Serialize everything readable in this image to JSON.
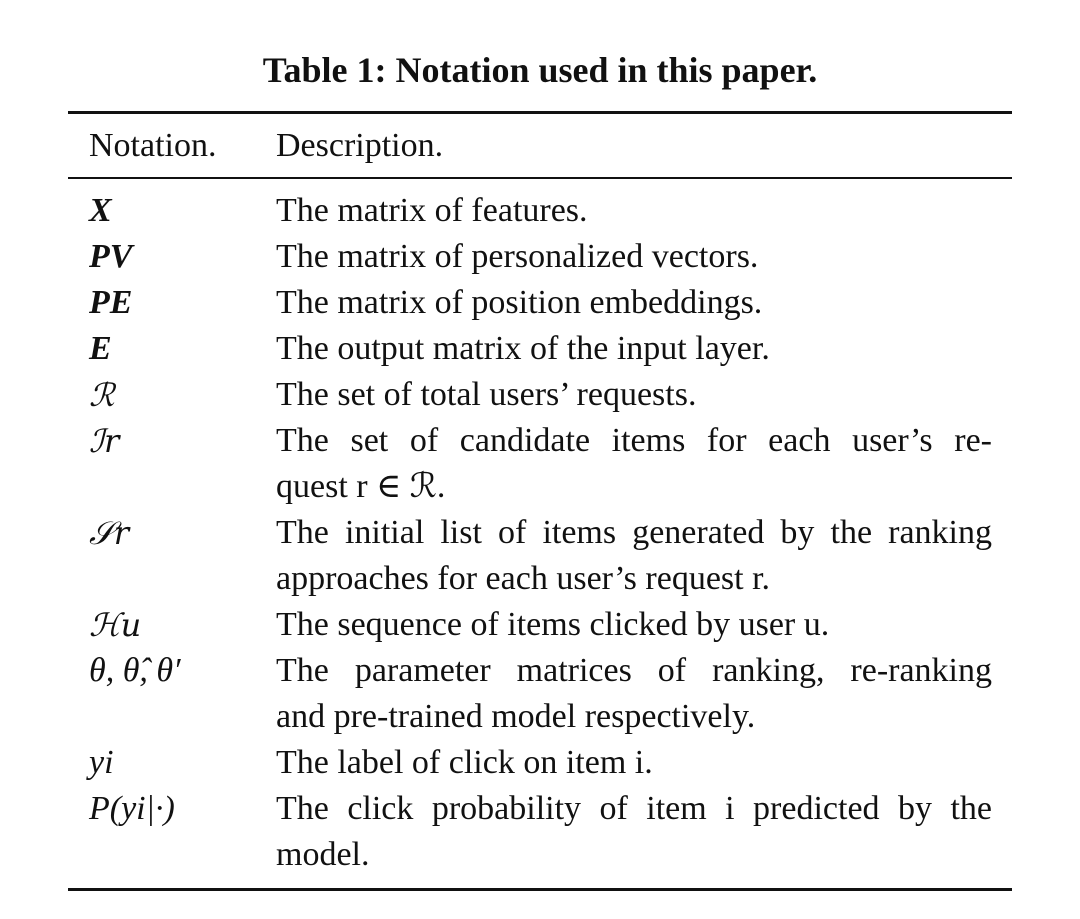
{
  "caption": "Table 1: Notation used in this paper.",
  "headers": {
    "notation": "Notation.",
    "description": "Description."
  },
  "rows": [
    {
      "symbol": "X",
      "style": "bold",
      "desc_lines": [
        "The matrix of features."
      ]
    },
    {
      "symbol": "PV",
      "style": "bold",
      "desc_lines": [
        "The matrix of personalized vectors."
      ]
    },
    {
      "symbol": "PE",
      "style": "bold",
      "desc_lines": [
        "The matrix of position embeddings."
      ]
    },
    {
      "symbol": "E",
      "style": "bold",
      "desc_lines": [
        "The output matrix of the input layer."
      ]
    },
    {
      "symbol": "ℛ",
      "style": "cal",
      "desc_lines": [
        "The set of total users’ requests."
      ]
    },
    {
      "symbol": "ℐr",
      "style": "cal",
      "desc_lines": [
        "The set of candidate items for each user’s re-",
        "quest r ∈ ℛ."
      ]
    },
    {
      "symbol": "𝒮r",
      "style": "cal",
      "desc_lines": [
        "The initial list of items generated by the ranking",
        "approaches for each user’s request r."
      ]
    },
    {
      "symbol": "ℋu",
      "style": "cal",
      "desc_lines": [
        "The sequence of items clicked by user u."
      ]
    },
    {
      "symbol": "θ, θ̂, θ′",
      "style": "it",
      "desc_lines": [
        "The parameter matrices of ranking, re-ranking",
        "and pre-trained model respectively."
      ]
    },
    {
      "symbol": "yi",
      "style": "it",
      "desc_lines": [
        "The label of click on item i."
      ]
    },
    {
      "symbol": "P(yi|·)",
      "style": "it",
      "desc_lines": [
        "The click probability of item i predicted by the",
        "model."
      ]
    }
  ]
}
